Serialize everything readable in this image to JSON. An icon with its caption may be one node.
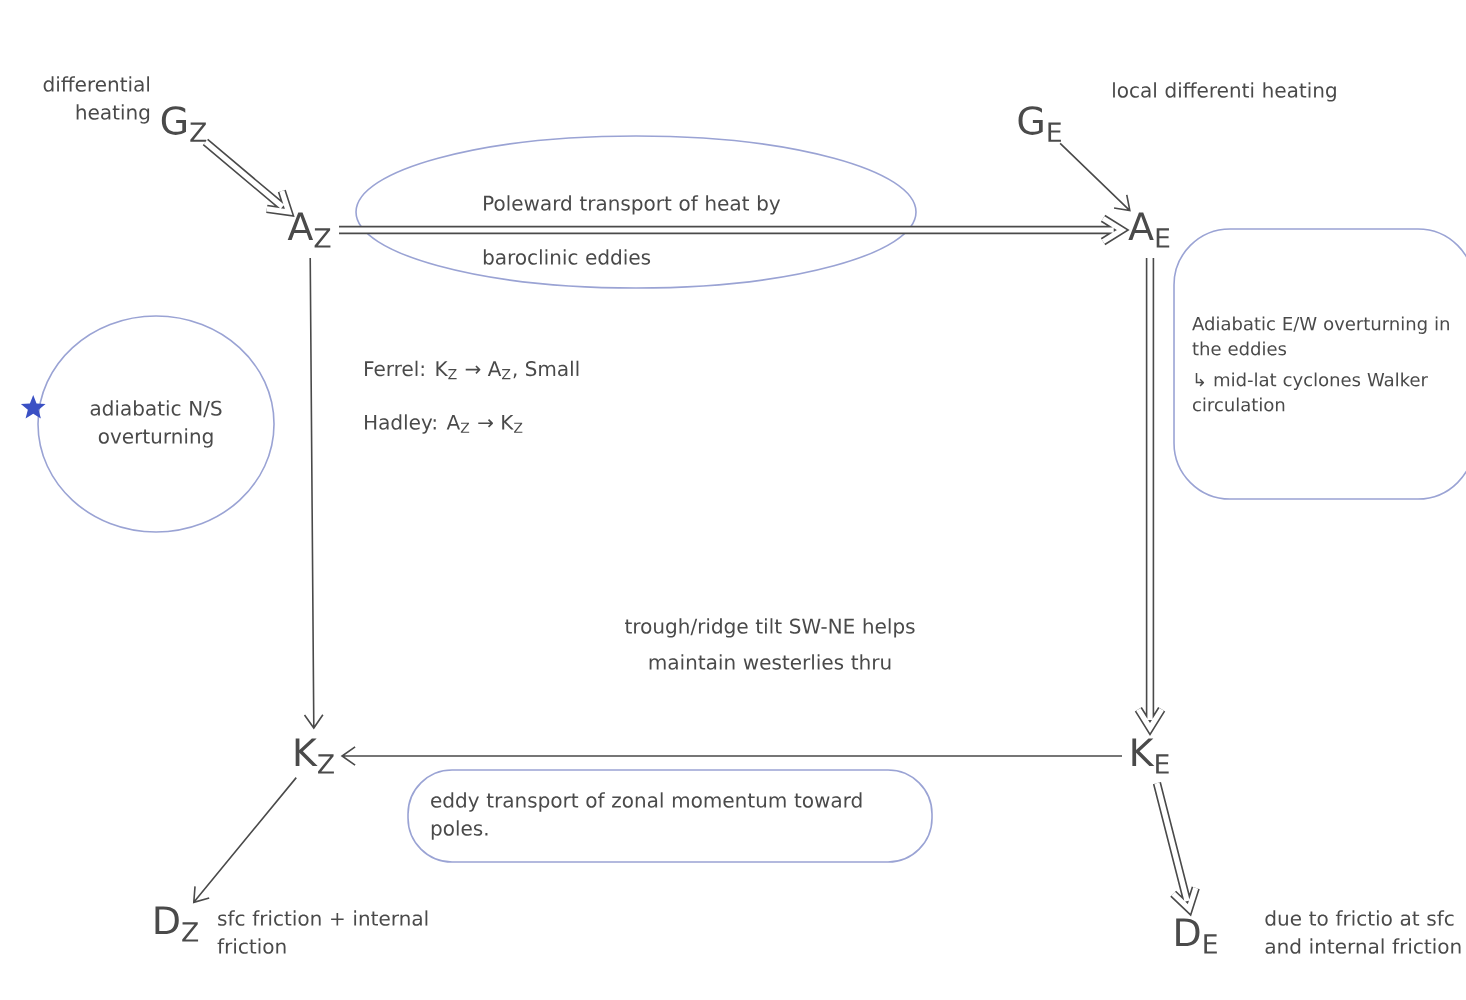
{
  "diagram": {
    "nodes": [
      {
        "text": [
          "G$_{Z}$"
        ],
        "beside": [
          "differential heating"
        ]
      },
      {
        "text": [
          "A$_{Z}$"
        ]
      },
      {
        "text": [
          "G$_{E}$"
        ],
        "beside": [
          "local differenti heating"
        ]
      },
      {
        "text": [
          "A$_{E}$"
        ]
      },
      {
        "text": [
          "K$_{Z}$"
        ]
      },
      {
        "text": [
          "K$_{E}$"
        ]
      },
      {
        "text": [
          "D$_{Z}$"
        ],
        "beside": [
          "sfc friction + internal friction"
        ]
      },
      {
        "text": [
          "D$_{E}$"
        ],
        "beside": [
          "due to frictio at sfc and internal friction"
        ]
      },
      {
        "text": [
          "adiabatic N/S overturning"
        ]
      },
      {
        "text": [
          "Adiabatic E/W overturning in the eddies",
          "↳ mid-lat cyclones Walker circulation"
        ]
      },
      {
        "text": [
          "eddy transport of zonal momentum toward poles."
        ]
      }
    ],
    "edges": [
      {
        "from": 0,
        "to": 1,
        "arrow": "to",
        "style": "thick"
      },
      {
        "from": 2,
        "to": 3,
        "arrow": "to"
      },
      {
        "from": 1,
        "to": 3,
        "arrow": "to",
        "style": "thick",
        "label": "Poleward transport of heat by baroclinic eddies"
      },
      {
        "from": 1,
        "to": 4,
        "arrow": "to"
      },
      {
        "from": 3,
        "to": 5,
        "arrow": "to",
        "style": "thick"
      },
      {
        "from": 5,
        "to": 4,
        "arrow": "to"
      },
      {
        "from": 4,
        "to": 6,
        "arrow": "to"
      },
      {
        "from": 5,
        "to": 7,
        "arrow": "to",
        "style": "thick"
      }
    ],
    "labels": [
      "Ferrel: K$_{Z}$ → A$_{Z}$, Small",
      "Hadley: A$_{Z}$ → K$_{Z}$",
      "trough/ridge tilt SW-NE helps maintain westerlies thru"
    ]
  }
}
